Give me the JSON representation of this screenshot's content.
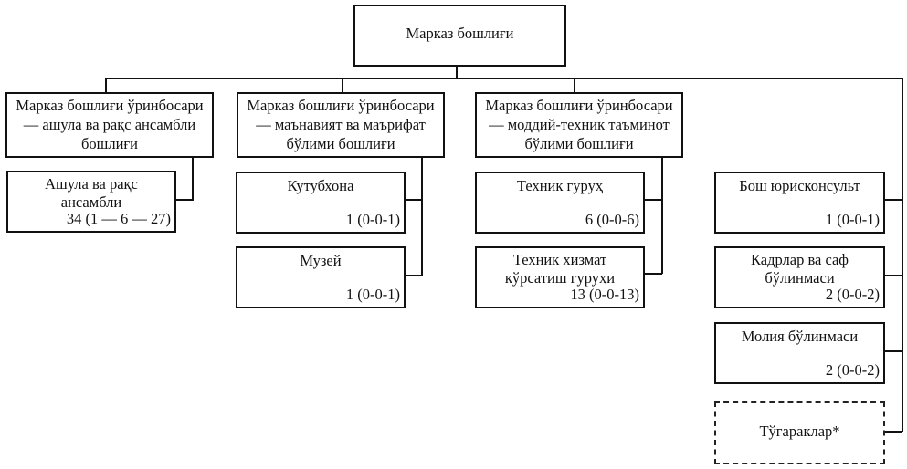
{
  "head": {
    "title": "Марказ бошлиғи"
  },
  "deputies": [
    {
      "title": "Марказ бошлиғи ўринбосари — ашула ва рақс ансамбли бошлиғи",
      "lines": [
        "Марказ бошлиғи ўринбосари",
        "— ашула ва рақс ансамбли",
        "бошлиғи"
      ]
    },
    {
      "title": "Марказ бошлиғи ўринбосари — маънавият ва маърифат бўлими бошлиғи",
      "lines": [
        "Марказ бошлиғи ўринбосари",
        "— маънавият ва маърифат",
        "бўлими бошлиғи"
      ]
    },
    {
      "title": "Марказ бошлиғи ўринбосари — моддий-техник таъминот бўлими бошлиғи",
      "lines": [
        "Марказ бошлиғи ўринбосари",
        "— моддий-техник таъминот",
        "бўлими бошлиғи"
      ]
    }
  ],
  "units": {
    "ensemble": [
      {
        "lines": [
          "Ашула ва рақс",
          "ансамбли"
        ],
        "count": "34 (1 — 6 — 27)"
      }
    ],
    "spiritual": [
      {
        "lines": [
          "Кутубхона"
        ],
        "count": "1 (0-0-1)"
      },
      {
        "lines": [
          "Музей"
        ],
        "count": "1 (0-0-1)"
      }
    ],
    "technical": [
      {
        "lines": [
          "Техник гуруҳ"
        ],
        "count": "6 (0-0-6)"
      },
      {
        "lines": [
          "Техник хизмат",
          "кўрсатиш гуруҳи"
        ],
        "count": "13 (0-0-13)"
      }
    ],
    "direct": [
      {
        "lines": [
          "Бош юрисконсульт"
        ],
        "count": "1 (0-0-1)"
      },
      {
        "lines": [
          "Кадрлар ва саф",
          "бўлинмаси"
        ],
        "count": "2 (0-0-2)"
      },
      {
        "lines": [
          "Молия бўлинмаси"
        ],
        "count": "2 (0-0-2)"
      },
      {
        "lines": [
          "Тўгараклар*"
        ],
        "count": null,
        "dashed": true
      }
    ]
  }
}
